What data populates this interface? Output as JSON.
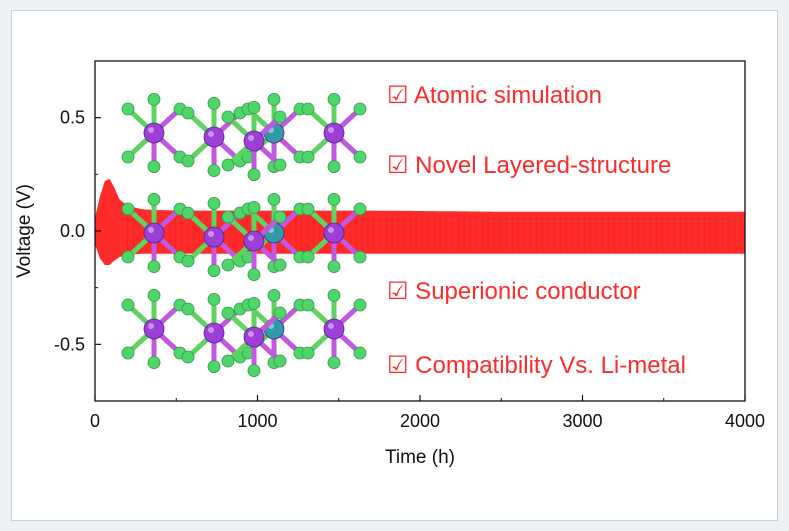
{
  "chart_data": {
    "type": "line",
    "title": "",
    "xlabel": "Time (h)",
    "ylabel": "Voltage (V)",
    "xlim": [
      0,
      4000
    ],
    "ylim": [
      -0.75,
      0.75
    ],
    "x_ticks": [
      0,
      1000,
      2000,
      3000,
      4000
    ],
    "x_tick_labels": [
      "0",
      "1000",
      "2000",
      "3000",
      "4000"
    ],
    "y_ticks": [
      0.5,
      0.0,
      -0.5
    ],
    "y_tick_labels": [
      "0.5",
      "0.0",
      "-0.5"
    ],
    "grid": false,
    "series": [
      {
        "color": "#ff2a2a",
        "envelope": {
          "x": [
            0,
            30,
            60,
            90,
            120,
            150,
            200,
            300,
            500,
            1000,
            1700,
            2500,
            3500,
            4000
          ],
          "upper": [
            0.06,
            0.15,
            0.22,
            0.23,
            0.19,
            0.14,
            0.11,
            0.095,
            0.09,
            0.09,
            0.09,
            0.085,
            0.085,
            0.085
          ],
          "lower": [
            -0.06,
            -0.12,
            -0.15,
            -0.15,
            -0.13,
            -0.115,
            -0.105,
            -0.1,
            -0.1,
            -0.1,
            -0.1,
            -0.1,
            -0.1,
            -0.1
          ]
        }
      }
    ],
    "annotations": [
      "☑ Atomic simulation",
      "☑ Novel Layered-structure",
      "☑ Superionic conductor",
      "☑ Compatibility Vs. Li-metal"
    ]
  },
  "colors": {
    "signal": "#ff2a2a",
    "annotation": "#ff2a2a",
    "atom_purple": "#9b3fd6",
    "atom_green": "#4fd66a",
    "atom_teal": "#2f9aa8",
    "bond_green": "#5fd25f",
    "bond_purple": "#c058e0"
  },
  "icons": {
    "crystal_structure": "crystal-structure-icon",
    "checkbox": "checked-box-icon"
  }
}
